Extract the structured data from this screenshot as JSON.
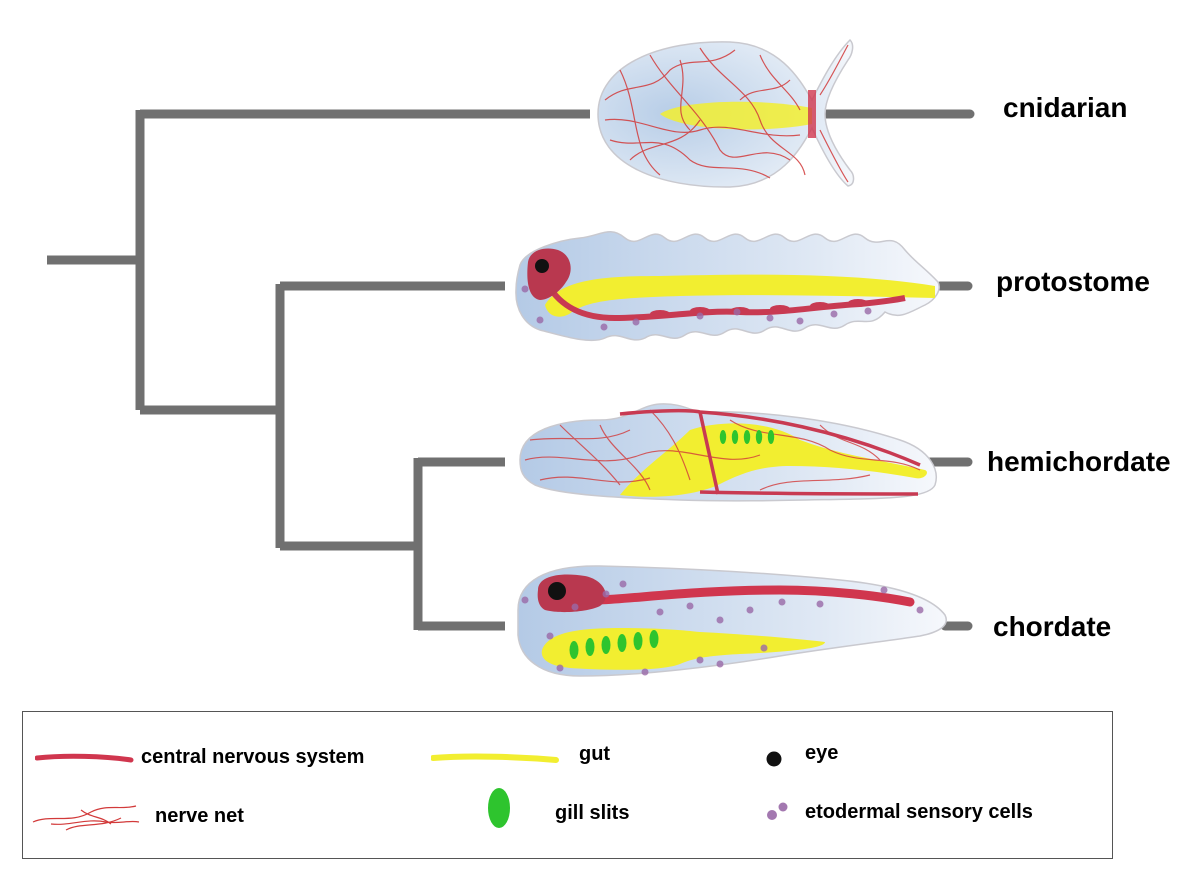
{
  "taxa": {
    "cnidarian": "cnidarian",
    "protostome": "protostome",
    "hemichordate": "hemichordate",
    "chordate": "chordate"
  },
  "legend": {
    "cns": "central nervous system",
    "gut": "gut",
    "eye": "eye",
    "nerve_net": "nerve net",
    "gill_slits": "gill slits",
    "sensory_cells": "etodermal sensory cells"
  },
  "colors": {
    "tree": "#707070",
    "cns": "#d0364e",
    "cns_fill": "#b9384f",
    "nerve_net": "#d23a3a",
    "gut": "#f2ee30",
    "gill": "#2ec42e",
    "eye": "#111111",
    "sensory_cell": "#9a6aa8",
    "body_blue": "#b9cfe8"
  }
}
